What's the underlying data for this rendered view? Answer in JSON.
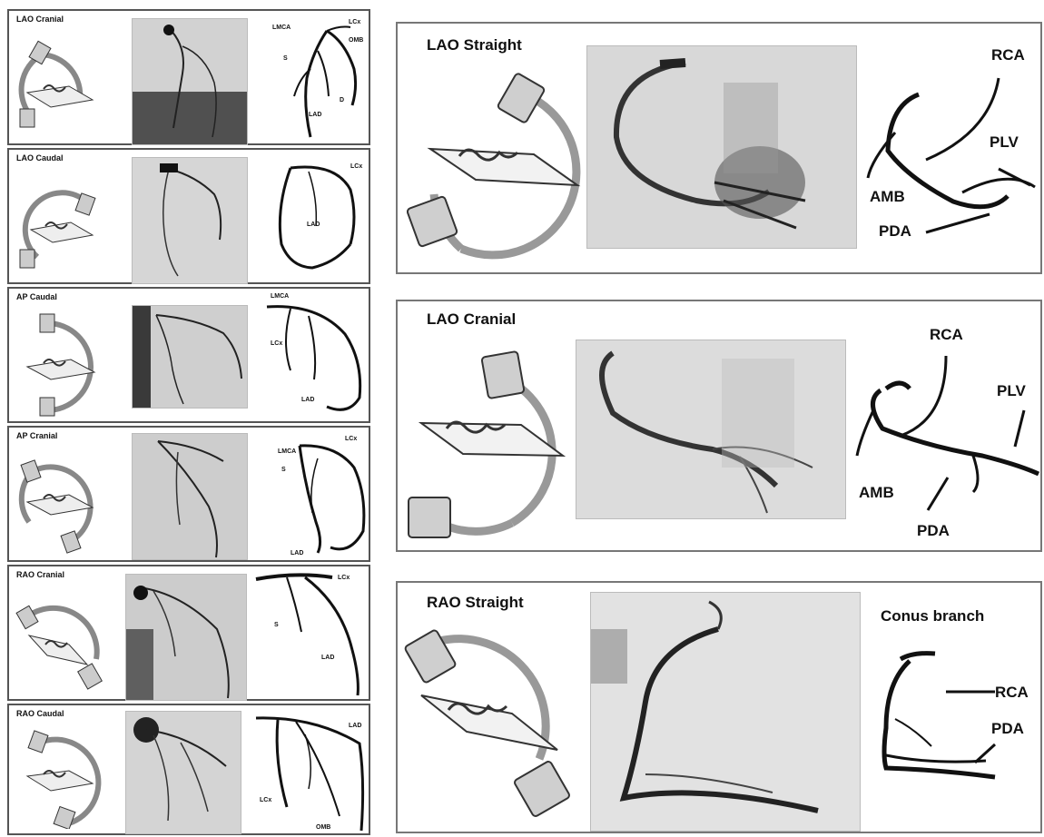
{
  "left_panels": [
    {
      "title": "LAO Cranial",
      "labels": [
        "LMCA",
        "LCx",
        "OMB",
        "S",
        "D",
        "LAD"
      ]
    },
    {
      "title": "LAO Caudal",
      "labels": [
        "LCx",
        "LAD"
      ]
    },
    {
      "title": "AP Caudal",
      "labels": [
        "LMCA",
        "LCx",
        "LAD"
      ]
    },
    {
      "title": "AP Cranial",
      "labels": [
        "LMCA",
        "LCx",
        "S",
        "LAD"
      ]
    },
    {
      "title": "RAO Cranial",
      "labels": [
        "LCx",
        "S",
        "LAD"
      ]
    },
    {
      "title": "RAO Caudal",
      "labels": [
        "LAD",
        "LCx",
        "OMB"
      ]
    }
  ],
  "right_panels": [
    {
      "title": "LAO Straight",
      "labels": [
        "RCA",
        "PLV",
        "AMB",
        "PDA"
      ]
    },
    {
      "title": "LAO Cranial",
      "labels": [
        "RCA",
        "PLV",
        "AMB",
        "PDA"
      ]
    },
    {
      "title": "RAO Straight",
      "labels": [
        "Conus branch",
        "RCA",
        "PDA"
      ]
    }
  ]
}
